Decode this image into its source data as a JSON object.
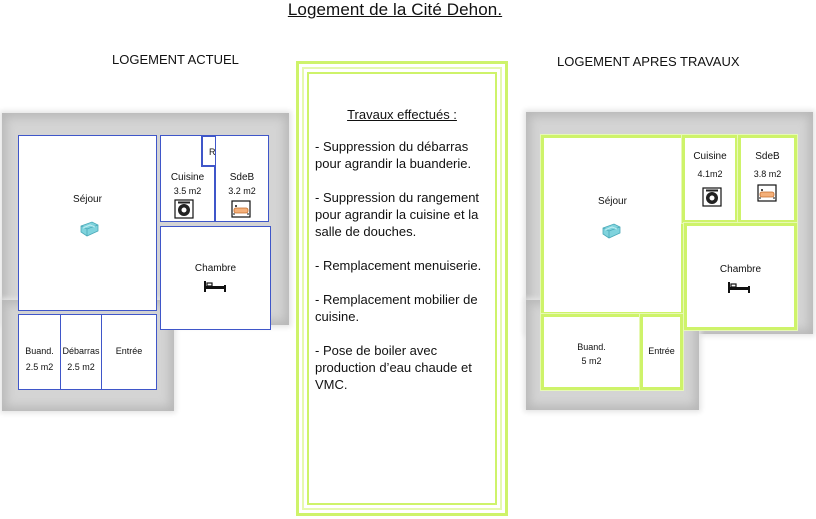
{
  "page": {
    "title": "Logement de la Cité Dehon."
  },
  "current": {
    "heading": "LOGEMENT ACTUEL",
    "rooms": {
      "sejour": "Séjour",
      "rang": "Rang.",
      "cuisine": "Cuisine",
      "cuisine_area": "3.5 m2",
      "sdeb": "SdeB",
      "sdeb_area": "3.2 m2",
      "chambre": "Chambre",
      "buand": "Buand.",
      "buand_area": "2.5 m2",
      "debarras": "Débarras",
      "debarras_area": "2.5 m2",
      "entree": "Entrée"
    }
  },
  "works": {
    "heading": "Travaux effectués :",
    "items": [
      "- Suppression du débarras pour agrandir la buanderie.",
      "- Suppression du rangement pour agrandir la cuisine et la salle de douches.",
      "- Remplacement menuiserie.",
      "- Remplacement mobilier de cuisine.",
      "- Pose de boiler avec production d’eau chaude et VMC."
    ]
  },
  "after": {
    "heading": "LOGEMENT APRES TRAVAUX",
    "rooms": {
      "sejour": "Séjour",
      "cuisine": "Cuisine",
      "cuisine_area": "4.1m2",
      "sdeb": "SdeB",
      "sdeb_area": "3.8 m2",
      "chambre": "Chambre",
      "buand": "Buand.",
      "buand_area": "5 m2",
      "entree": "Entrée"
    }
  },
  "icons": [
    "sofa-icon",
    "stove-icon",
    "bath-icon",
    "bed-icon"
  ],
  "colors": {
    "current_walls": "#3f56c9",
    "new_walls": "#cef36a",
    "building_shade": "#d4d4d4"
  }
}
